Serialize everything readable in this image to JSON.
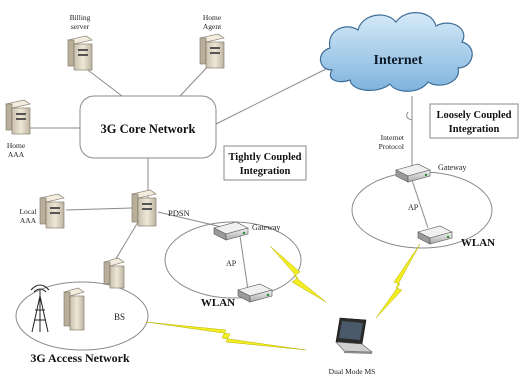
{
  "diagram": {
    "labels": {
      "billing_server_line1": "Billing",
      "billing_server_line2": "server",
      "home_agent_line1": "Home",
      "home_agent_line2": "Agent",
      "home_aaa_line1": "Home",
      "home_aaa_line2": "AAA",
      "local_aaa_line1": "Local",
      "local_aaa_line2": "AAA",
      "core_network": "3G Core Network",
      "internet": "Internet",
      "tightly_line1": "Tightly Coupled",
      "tightly_line2": "Integration",
      "loosely_line1": "Loosely Coupled",
      "loosely_line2": "Integration",
      "internet_protocol_line1": "Internet",
      "internet_protocol_line2": "Protocol",
      "pdsn": "PDSN",
      "gateway_tight": "Gateway",
      "gateway_loose": "Gateway",
      "ap_tight": "AP",
      "ap_loose": "AP",
      "wlan_tight": "WLAN",
      "wlan_loose": "WLAN",
      "bs": "BS",
      "access_network": "3G Access Network",
      "dual_mode_ms": "Dual Mode MS"
    },
    "colors": {
      "line": "#8a8a8a",
      "text": "#111111",
      "cloud_fill": "#9ec8ea",
      "cloud_stroke": "#3f6f9a",
      "lightning": "#f2ee22",
      "server_face": "#e6dcc8",
      "device_body": "#d9d9d9"
    }
  }
}
